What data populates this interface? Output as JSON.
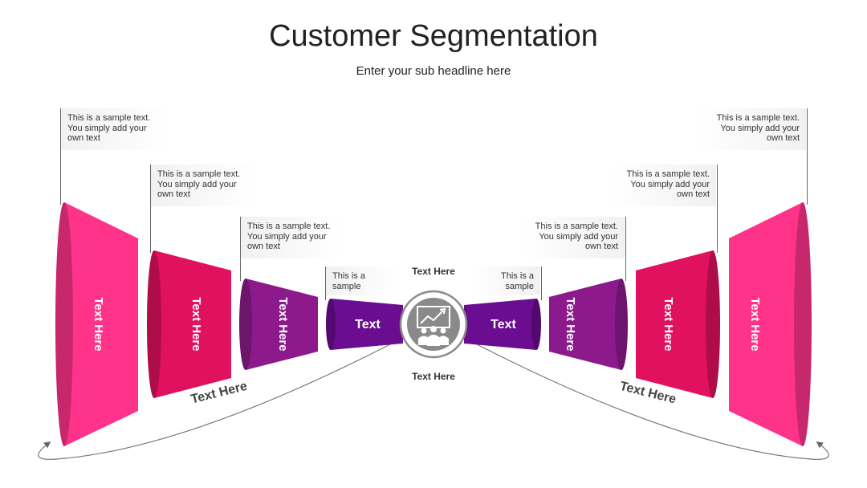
{
  "title": "Customer Segmentation",
  "subtitle": "Enter your sub headline here",
  "center": {
    "top_label": "Text Here",
    "bottom_label": "Text Here",
    "icon": "presentation-team-chart-icon"
  },
  "curve_labels": {
    "left": "Text Here",
    "right": "Text Here"
  },
  "left_segments": [
    {
      "label": "Text",
      "note": "This is a sample",
      "color": "#6a0d91"
    },
    {
      "label": "Text Here",
      "note": "This is a sample text. You simply add your own text",
      "color": "#8c1a8c"
    },
    {
      "label": "Text Here",
      "note": "This is a sample text. You simply add your own text",
      "color": "#e0115f"
    },
    {
      "label": "Text Here",
      "note": "This is a sample text. You simply add your own text",
      "color": "#ff3389"
    }
  ],
  "right_segments": [
    {
      "label": "Text",
      "note": "This is a sample",
      "color": "#6a0d91"
    },
    {
      "label": "Text Here",
      "note": "This is a sample text. You simply add your own text",
      "color": "#8c1a8c"
    },
    {
      "label": "Text Here",
      "note": "This is a sample text. You simply add your own text",
      "color": "#e0115f"
    },
    {
      "label": "Text Here",
      "note": "This is a sample text. You simply add your own text",
      "color": "#ff3389"
    }
  ]
}
